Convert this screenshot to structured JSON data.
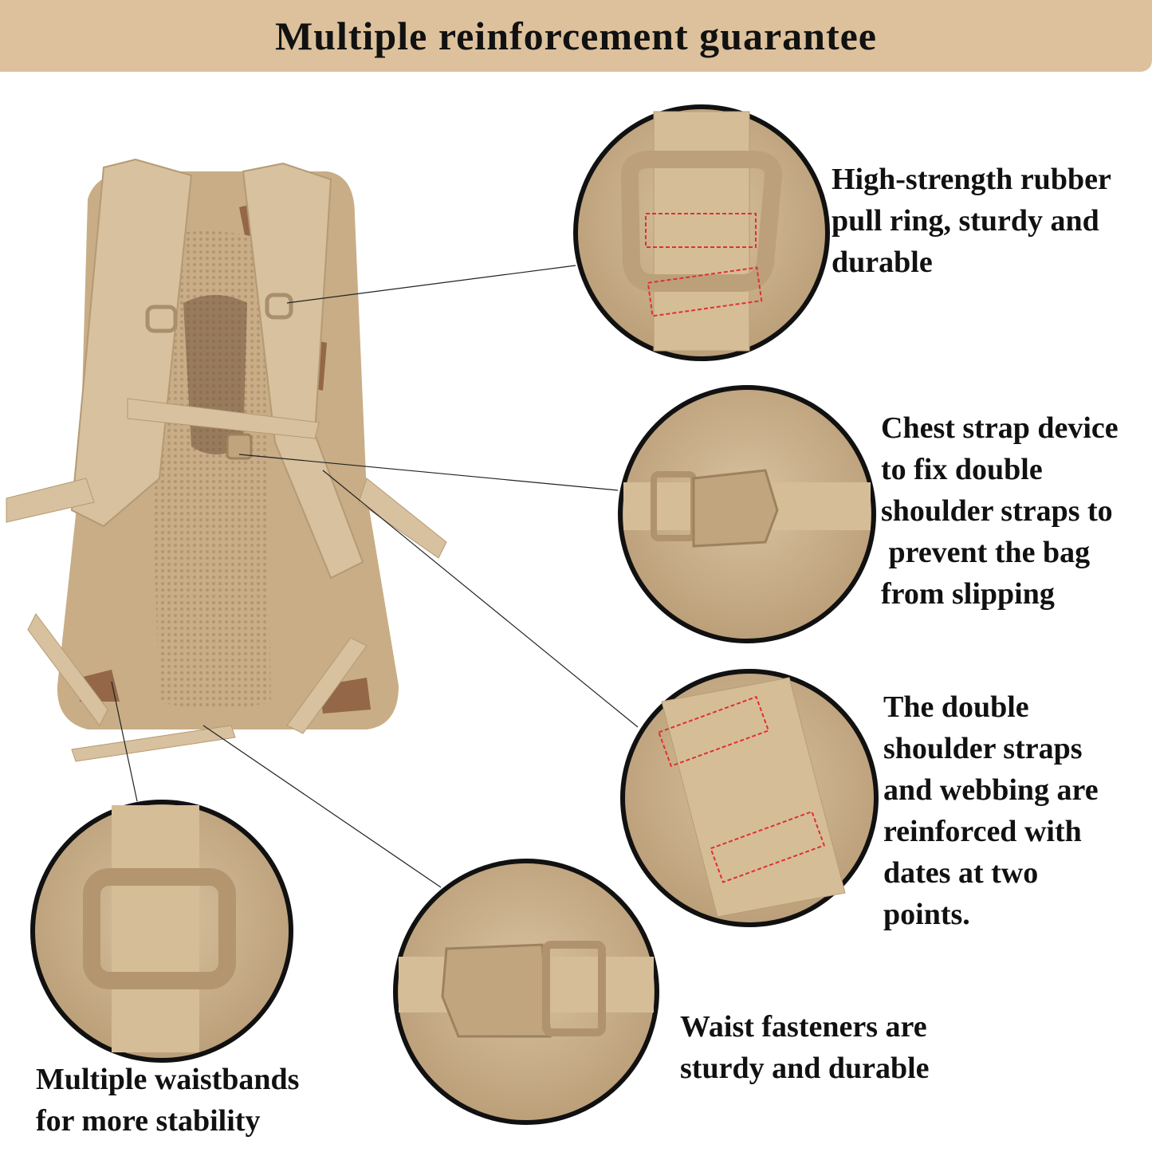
{
  "title": "Multiple reinforcement guarantee",
  "callouts": [
    {
      "lines": [
        "High-strength rubber",
        "pull ring, sturdy and",
        "durable"
      ]
    },
    {
      "lines": [
        "Chest strap device",
        "to fix double",
        "shoulder straps to",
        " prevent the bag",
        "from slipping"
      ]
    },
    {
      "lines": [
        "The double",
        "shoulder straps",
        "and webbing are",
        "reinforced with",
        "dates at two",
        "points."
      ]
    },
    {
      "lines": [
        "Multiple waistbands",
        "for more stability"
      ]
    },
    {
      "lines": [
        "Waist fasteners are",
        "sturdy and durable"
      ]
    }
  ],
  "colors": {
    "banner": "#dcc19c",
    "tan": "#cdb48e",
    "brown": "#8a5a3c",
    "stitch": "#e03030"
  }
}
